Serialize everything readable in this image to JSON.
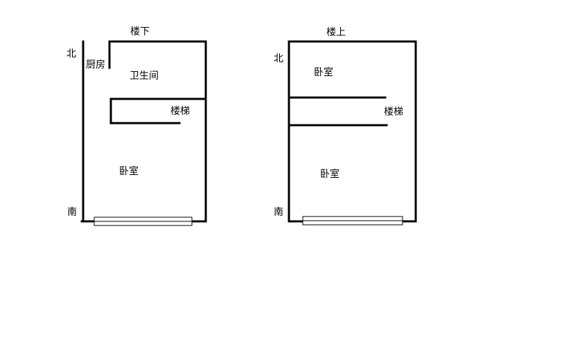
{
  "colors": {
    "line": "#000000",
    "background": "#ffffff"
  },
  "downstairs": {
    "title": "楼下",
    "north": "北",
    "south": "南",
    "kitchen": "厨房",
    "bathroom": "卫生间",
    "stairs": "楼梯",
    "bedroom": "卧室"
  },
  "upstairs": {
    "title": "楼上",
    "north": "北",
    "south": "南",
    "bedroom_north": "卧室",
    "stairs": "楼梯",
    "bedroom_south": "卧室"
  }
}
